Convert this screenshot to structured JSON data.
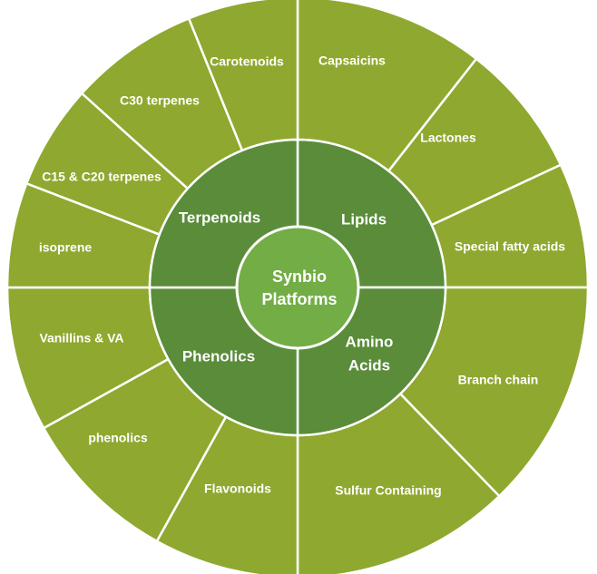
{
  "center": {
    "lines": [
      "Synbio",
      "Platforms"
    ]
  },
  "categories": [
    {
      "name": "Lipids",
      "lines": [
        "Lipids"
      ],
      "items": [
        "Capsaicins",
        "Lactones",
        "Special fatty acids"
      ]
    },
    {
      "name": "Amino Acids",
      "lines": [
        "Amino",
        "Acids"
      ],
      "items": [
        "Branch chain",
        "Sulfur Containing"
      ]
    },
    {
      "name": "Phenolics",
      "lines": [
        "Phenolics"
      ],
      "items": [
        "Flavonoids",
        "phenolics",
        "Vanillins & VA"
      ]
    },
    {
      "name": "Terpenoids",
      "lines": [
        "Terpenoids"
      ],
      "items": [
        "isoprene",
        "C15 & C20 terpenes",
        "C30 terpenes",
        "Carotenoids"
      ]
    }
  ],
  "colors": {
    "outer_ring": "#8fa82f",
    "middle_ring": "#5a8c3a",
    "center": "#72ad45",
    "divider": "#ffffff"
  }
}
